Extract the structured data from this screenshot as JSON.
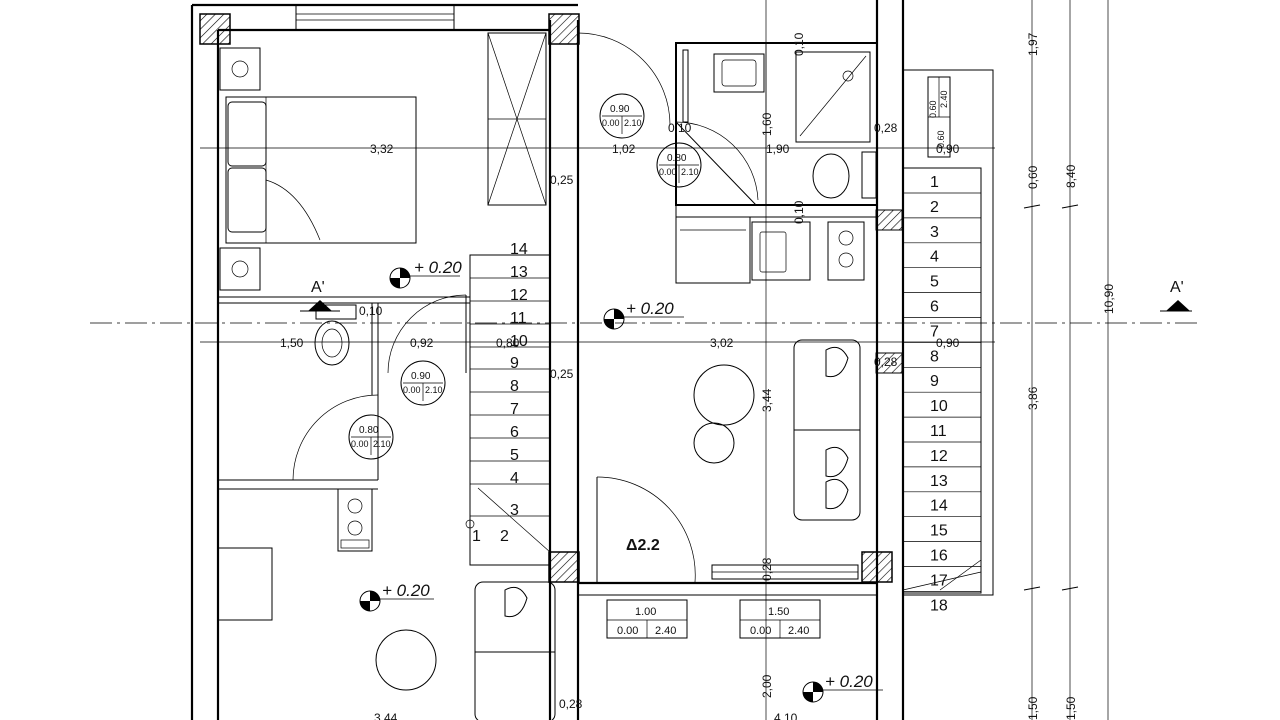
{
  "dims": {
    "d332": "3,32",
    "d102": "1,02",
    "d190": "1,90",
    "d160": "1,60",
    "d010a": "0,10",
    "d010b": "0,10",
    "d010c": "0,10",
    "d010d": "0,10",
    "d025a": "0,25",
    "d025b": "0,25",
    "d028a": "0,28",
    "d028b": "0,28",
    "d028c": "0,28",
    "d090a": "0,90",
    "d090b": "0,90",
    "d150": "1,50",
    "d092": "0,92",
    "d080": "0,80",
    "d302": "3,02",
    "d344a": "3,44",
    "d344b": "3,44",
    "d200": "2,00",
    "d410": "4,10",
    "d197": "1,97",
    "d060v": "0,60",
    "d386": "3,86",
    "d150v": "1,50",
    "d840": "8,40",
    "d1090": "10,90",
    "d150w": "1,50"
  },
  "levels": {
    "l1": "+ 0.20",
    "l2": "+ 0.20",
    "l3": "+ 0.20",
    "l4": "+ 0.20"
  },
  "section": {
    "left": "A'",
    "right": "A'"
  },
  "room_tag": "Δ2.2",
  "doors": [
    {
      "w": "0.90",
      "a": "0.00",
      "b": "2.10"
    },
    {
      "w": "0.80",
      "a": "0.00",
      "b": "2.10"
    },
    {
      "w": "0.90",
      "a": "0.00",
      "b": "2.10"
    },
    {
      "w": "0.80",
      "a": "0.00",
      "b": "2.10"
    }
  ],
  "windows": [
    {
      "w": "1.00",
      "a": "0.00",
      "b": "2.40"
    },
    {
      "w": "1.50",
      "a": "0.00",
      "b": "2.40"
    }
  ],
  "small_window": {
    "a": "0.60",
    "b": "2.40",
    "c": "0.60"
  },
  "stair_inner": [
    "1",
    "2",
    "3",
    "4",
    "5",
    "6",
    "7",
    "8",
    "9",
    "10",
    "11",
    "12",
    "13",
    "14"
  ],
  "stair_outer": [
    "1",
    "2",
    "3",
    "4",
    "5",
    "6",
    "7",
    "8",
    "9",
    "10",
    "11",
    "12",
    "13",
    "14",
    "15",
    "16",
    "17",
    "18"
  ]
}
